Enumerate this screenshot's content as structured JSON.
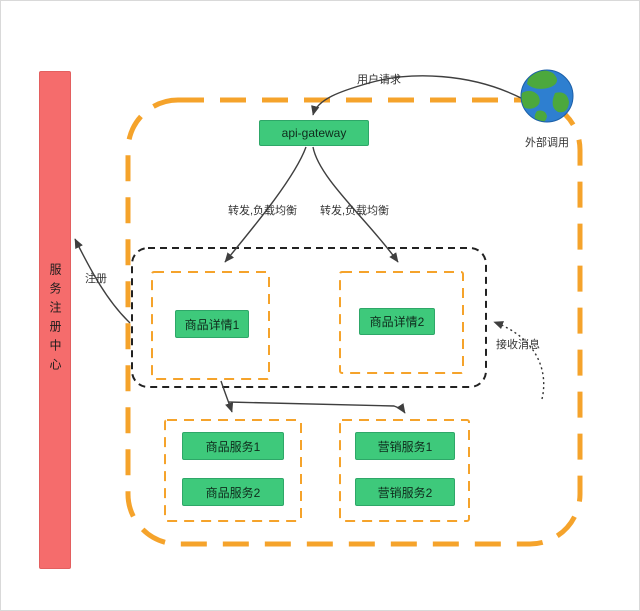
{
  "registry": {
    "label": "服务注册中心"
  },
  "gateway": {
    "label": "api-gateway"
  },
  "external": {
    "label": "外部调用"
  },
  "edges": {
    "user_request": "用户请求",
    "forward_lb_left": "转发,负载均衡",
    "forward_lb_right": "转发,负载均衡",
    "register": "注册",
    "receive_message": "接收消息"
  },
  "detail_cluster": {
    "nodes": [
      {
        "label": "商品详情1"
      },
      {
        "label": "商品详情2"
      }
    ]
  },
  "service_clusters": [
    {
      "nodes": [
        {
          "label": "商品服务1"
        },
        {
          "label": "商品服务2"
        }
      ]
    },
    {
      "nodes": [
        {
          "label": "营销服务1"
        },
        {
          "label": "营销服务2"
        }
      ]
    }
  ],
  "colors": {
    "node_green": "#3ec97b",
    "node_green_border": "#2ea768",
    "registry_red": "#f56c6c",
    "orange_dashed": "#f5a32b",
    "black_dashed": "#222222",
    "connector": "#3f3f3f",
    "globe_sea": "#2e7fd0",
    "globe_land": "#4ca83d"
  }
}
